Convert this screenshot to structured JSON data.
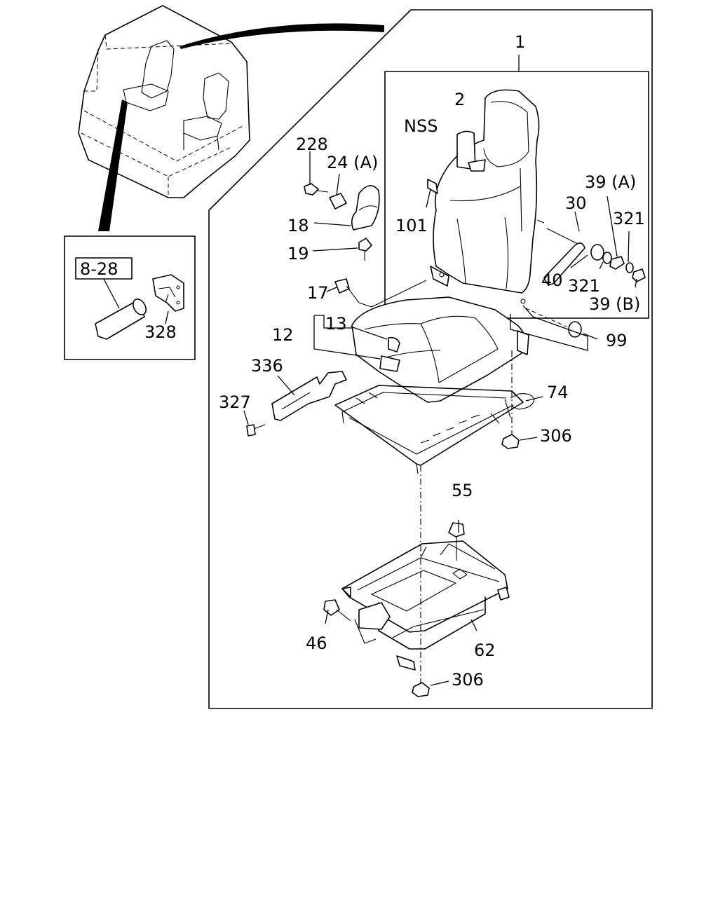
{
  "callouts": {
    "c1": "1",
    "c2": "2",
    "nss": "NSS",
    "c228": "228",
    "c24a": "24 (A)",
    "c18": "18",
    "c19": "19",
    "c101": "101",
    "c17": "17",
    "c39a": "39 (A)",
    "c30": "30",
    "c321a": "321",
    "c40": "40",
    "c321b": "321",
    "c39b": "39 (B)",
    "c13": "13",
    "c12": "12",
    "c99": "99",
    "c336": "336",
    "c327": "327",
    "c74": "74",
    "c306a": "306",
    "c55": "55",
    "c46": "46",
    "c62": "62",
    "c306b": "306",
    "ref": "8-28",
    "c328": "328"
  }
}
